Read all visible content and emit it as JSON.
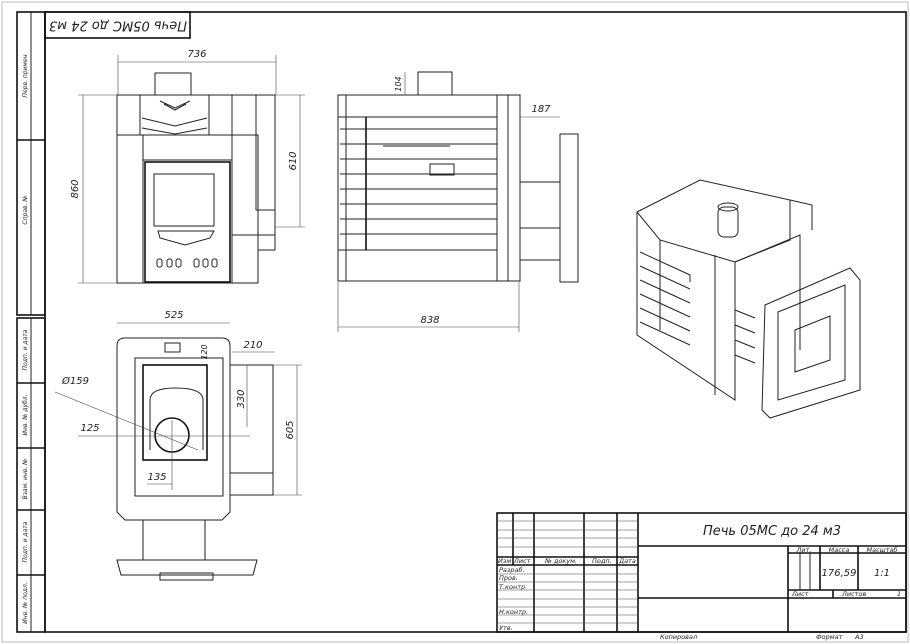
{
  "stamp_top": "Печь 05МС до 24 м3",
  "left_strip": {
    "top": [
      "Перв. примен",
      "Справ. №"
    ],
    "bottom": [
      "Подп. и дата",
      "Инв. № дубл.",
      "Взам. инв. №",
      "Подп. и дата",
      "Инв. № подл."
    ]
  },
  "dimensions": {
    "front_width": "736",
    "front_height": "860",
    "front_side_height": "610",
    "side_chimney": "104",
    "side_door": "187",
    "side_length": "838",
    "top_width": "525",
    "top_120": "120",
    "top_210": "210",
    "top_330": "330",
    "top_605": "605",
    "top_diameter": "Ø159",
    "top_125": "125",
    "top_135": "135"
  },
  "title_block": {
    "name": "Печь 05МС до 24 м3",
    "headers": [
      "Изм",
      "Лист",
      "№ докум.",
      "Подп.",
      "Дата"
    ],
    "roles": [
      "Разраб.",
      "Пров.",
      "Т.контр.",
      "",
      "Н.контр.",
      "Утв."
    ],
    "lit_label": "Лит.",
    "mass_label": "Масса",
    "scale_label": "Масштаб",
    "mass": "176,59",
    "scale": "1:1",
    "sheet_label": "Лист",
    "sheets_label": "Листов",
    "sheets": "1",
    "copied": "Копировал",
    "format_label": "Формат",
    "format": "A3"
  }
}
